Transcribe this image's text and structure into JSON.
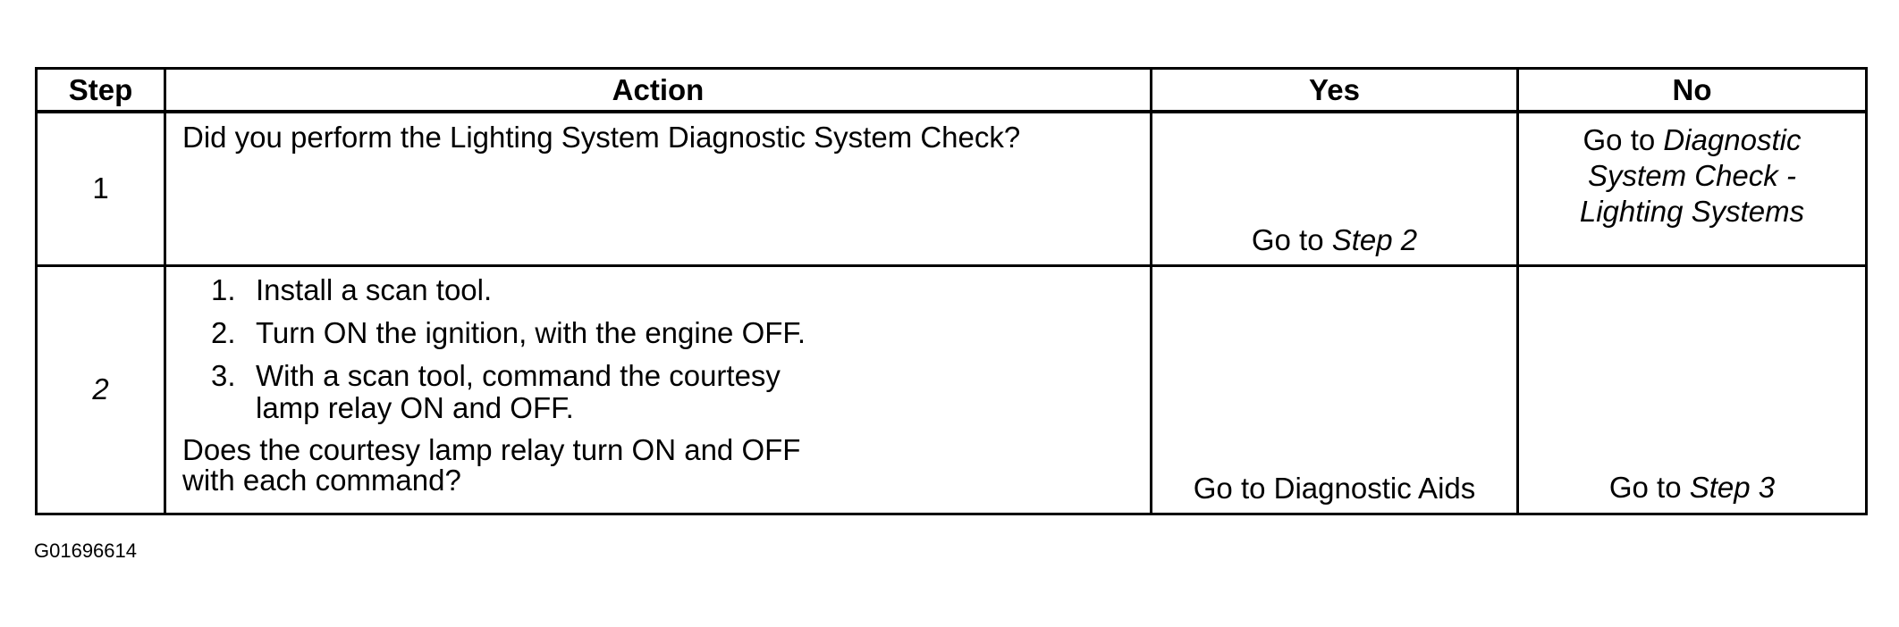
{
  "table": {
    "headers": {
      "step": "Step",
      "action": "Action",
      "yes": "Yes",
      "no": "No"
    },
    "rows": [
      {
        "step": "1",
        "action": "Did you perform the Lighting System Diagnostic System Check?",
        "yes_prefix": "Go to ",
        "yes_link": "Step 2",
        "no_prefix": "Go to ",
        "no_link_line1": "Diagnostic",
        "no_link_line2": "System Check -",
        "no_link_line3": "Lighting Systems"
      },
      {
        "step": "2",
        "steps": [
          {
            "num": "1.",
            "text": "Install a scan tool."
          },
          {
            "num": "2.",
            "text": "Turn ON the ignition, with the engine OFF."
          },
          {
            "num": "3.",
            "text": "With a scan tool, command the courtesy lamp relay ON and OFF."
          }
        ],
        "question": "Does the courtesy lamp relay turn ON and OFF with each command?",
        "yes_text": "Go to Diagnostic Aids",
        "no_prefix": "Go to ",
        "no_link": "Step 3"
      }
    ]
  },
  "figure_id": "G01696614"
}
